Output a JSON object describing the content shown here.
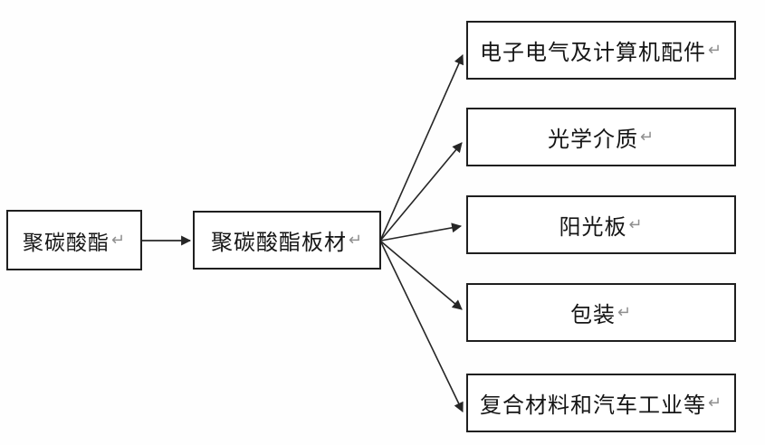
{
  "diagram": {
    "type": "flowchart",
    "return_mark": "↵",
    "nodes": {
      "source": {
        "label": "聚碳酸酯"
      },
      "intermediate": {
        "label": "聚碳酸酯板材"
      },
      "targets": [
        {
          "label": "电子电气及计算机配件"
        },
        {
          "label": "光学介质"
        },
        {
          "label": "阳光板"
        },
        {
          "label": "包装"
        },
        {
          "label": "复合材料和汽车工业等"
        }
      ]
    },
    "edges": [
      {
        "from": "聚碳酸酯",
        "to": "聚碳酸酯板材"
      },
      {
        "from": "聚碳酸酯板材",
        "to": "电子电气及计算机配件"
      },
      {
        "from": "聚碳酸酯板材",
        "to": "光学介质"
      },
      {
        "from": "聚碳酸酯板材",
        "to": "阳光板"
      },
      {
        "from": "聚碳酸酯板材",
        "to": "包装"
      },
      {
        "from": "聚碳酸酯板材",
        "to": "复合材料和汽车工业等"
      }
    ],
    "colors": {
      "border": "#1f1f1f",
      "arrow": "#262626",
      "background": "#ffffff",
      "return_mark": "#8f8f8f"
    }
  }
}
